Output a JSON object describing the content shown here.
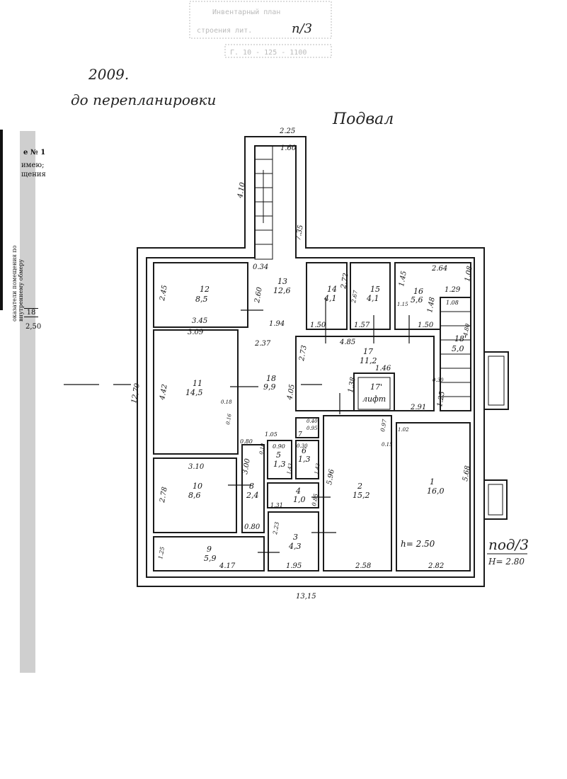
{
  "stamp": {
    "line1": "Инвентарный план",
    "line2": "строения лит.",
    "plan_no": "п/3",
    "line3": "Г. 10 - 125 - 1100"
  },
  "handwritten_note": {
    "line1": "2009.",
    "line2": "до перепланировки"
  },
  "floor_title": "Подвал",
  "side_strip": {
    "l1": "е № 1",
    "l2": "имею;",
    "l3": "щения",
    "l4": "оказатели помещения по внутреннему обмеру",
    "l5": "18",
    "l6": "2,50"
  },
  "overall_dims": {
    "width": "13,15",
    "height": "12,70",
    "annex_width": "2.25",
    "annex_inner": "1.60",
    "annex_len": "4.10",
    "corridor_len": "7.35"
  },
  "rooms": [
    {
      "no": "1",
      "area": "16,0"
    },
    {
      "no": "2",
      "area": "15,2"
    },
    {
      "no": "3",
      "area": "4,3"
    },
    {
      "no": "4",
      "area": "1,0"
    },
    {
      "no": "5",
      "area": "1,3"
    },
    {
      "no": "6",
      "area": "1,3"
    },
    {
      "no": "7",
      "area": ""
    },
    {
      "no": "8",
      "area": "2,4"
    },
    {
      "no": "9",
      "area": "5,9"
    },
    {
      "no": "10",
      "area": "8,6"
    },
    {
      "no": "11",
      "area": "14,5"
    },
    {
      "no": "12",
      "area": "8,5"
    },
    {
      "no": "13",
      "area": "12,6"
    },
    {
      "no": "14",
      "area": "4,1"
    },
    {
      "no": "15",
      "area": "4,1"
    },
    {
      "no": "16",
      "area": "5,6"
    },
    {
      "no": "17",
      "area": "11,2"
    },
    {
      "no": "17'",
      "area": "лифт"
    },
    {
      "no": "18",
      "area": "9,9"
    },
    {
      "no": "18'",
      "area": "5,0"
    }
  ],
  "dims": {
    "d034": "0.34",
    "d245": "2.45",
    "d260": "2.60",
    "d345": "3.45",
    "d309": "3.09",
    "d194": "1.94",
    "d237": "2.37",
    "d442": "4.42",
    "d018": "0.18",
    "d016": "0.16",
    "d405": "4.05",
    "d273": "2.73",
    "d272": "2.72",
    "d267": "2.67",
    "d150a": "1.50",
    "d157": "1.57",
    "d150b": "1.50",
    "d485": "4.85",
    "d264": "2.64",
    "d108": "1.08",
    "d145": "1.45",
    "d129": "1.29",
    "d148": "1.48",
    "d115": "1.15",
    "d108b": "1.08",
    "d480": "4.80",
    "d146": "1.46",
    "d138": "1.38",
    "d291": "2.91",
    "d030": "0.30",
    "d125": "1.25",
    "d040": "0.40",
    "d095": "0.95",
    "d105": "1.05",
    "d090": "0.90",
    "d030b": "0.30",
    "d080": "0.80",
    "d010": "0.10",
    "d143": "1.43",
    "d143b": "1.43",
    "d310": "3.10",
    "d300": "3.00",
    "d278": "2.78",
    "d131": "1.31",
    "d085": "0.85",
    "d596": "5.96",
    "d097": "0.97",
    "d015": "0.15",
    "d568": "5.68",
    "d102": "1.02",
    "d080b": "0.80",
    "d223": "2.23",
    "d125b": "1.25",
    "d417": "4.17",
    "d195": "1.95",
    "d258": "2.58",
    "d282": "2.82",
    "h": "h= 2.50"
  },
  "floor_ref": {
    "label": "под/3",
    "height": "H= 2.80"
  }
}
